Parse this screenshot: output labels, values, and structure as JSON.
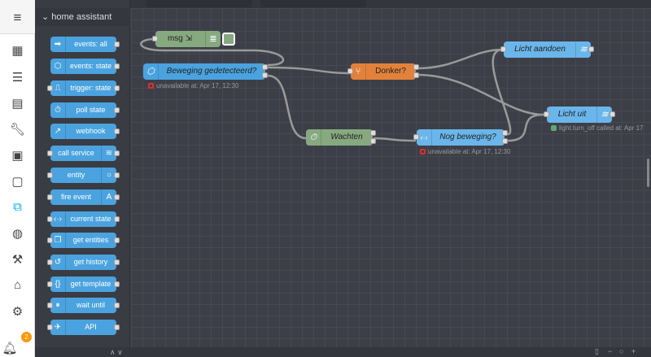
{
  "palette": {
    "category": "home assistant",
    "nodes": [
      {
        "label": "events: all",
        "icon": "arrow-right-icon",
        "glyph": "➡"
      },
      {
        "label": "events: state",
        "icon": "hexagon-arrow-icon",
        "glyph": "⬡"
      },
      {
        "label": "trigger: state",
        "icon": "pulse-icon",
        "glyph": "⎍"
      },
      {
        "label": "poll state",
        "icon": "timer-icon",
        "glyph": "⏱"
      },
      {
        "label": "webhook",
        "icon": "webhook-icon",
        "glyph": "↗"
      },
      {
        "label": "call service",
        "icon": "router-icon",
        "glyph": "≋"
      },
      {
        "label": "entity",
        "icon": "circle-icon",
        "glyph": "○"
      },
      {
        "label": "fire event",
        "icon": "broadcast-icon",
        "glyph": "A"
      },
      {
        "label": "current state",
        "icon": "code-icon",
        "glyph": "‹·›"
      },
      {
        "label": "get entities",
        "icon": "copy-icon",
        "glyph": "❐"
      },
      {
        "label": "get history",
        "icon": "history-icon",
        "glyph": "↺"
      },
      {
        "label": "get template",
        "icon": "template-icon",
        "glyph": "{}"
      },
      {
        "label": "wait until",
        "icon": "pause-icon",
        "glyph": "⏸"
      },
      {
        "label": "API",
        "icon": "paper-plane-icon",
        "glyph": "✈"
      }
    ]
  },
  "flow": {
    "debug": {
      "label": "msg ⇲"
    },
    "trigger": {
      "label": "Beweging gedetecteerd?",
      "status": "unavailable at: Apr 17, 12:30"
    },
    "switch": {
      "label": "Donker?"
    },
    "on": {
      "label": "Licht aandoen"
    },
    "off": {
      "label": "Licht uit",
      "status": "light.turn_off called at: Apr 17"
    },
    "delay": {
      "label": "Wachten"
    },
    "check": {
      "label": "Nog beweging?",
      "status": "unavailable at: Apr 17, 12:30"
    }
  },
  "notifications": {
    "count": "2"
  },
  "colors": {
    "ha": "#4aa3df",
    "light": "#6ab6ea",
    "switch": "#e2823a",
    "debug": "#87a980",
    "error": "#d9302b",
    "ok": "#5fa870"
  }
}
